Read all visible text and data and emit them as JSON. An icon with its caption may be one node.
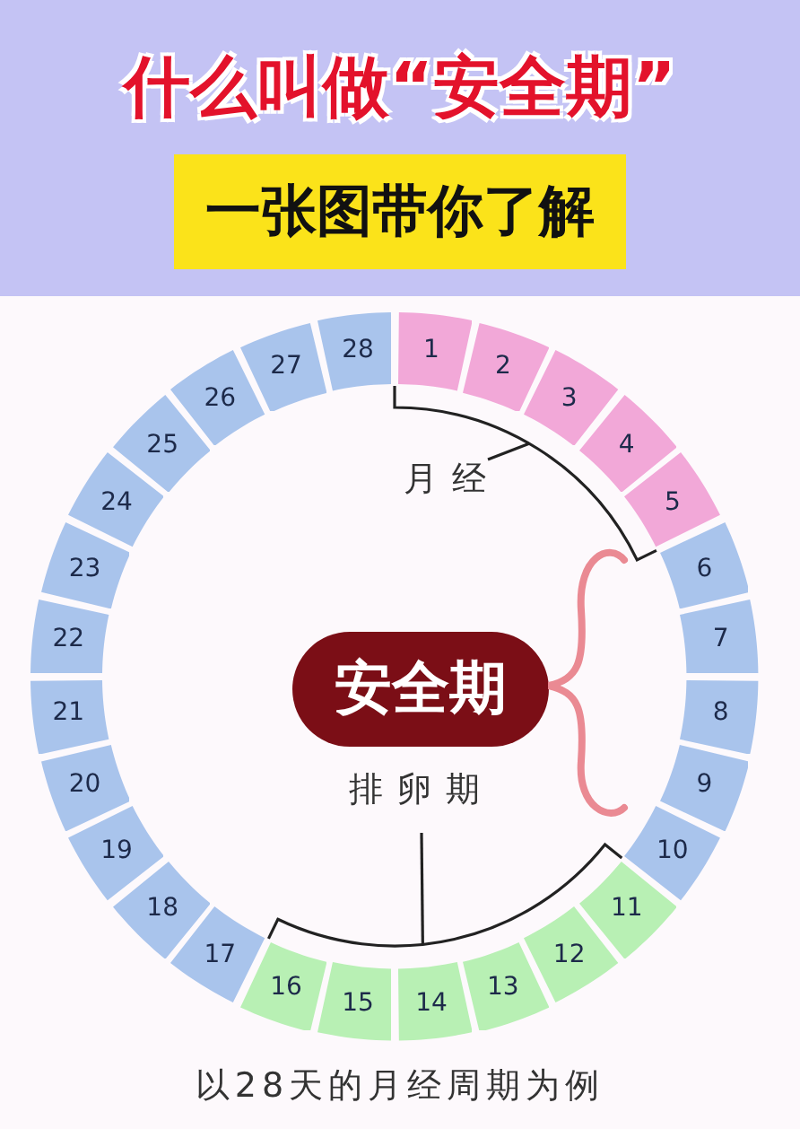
{
  "diagram": {
    "title": "什么叫做“安全期”",
    "caption": "以28天的月经周期为例",
    "nodes": [
      {
        "text": [
          "一张图带你了解"
        ]
      },
      {
        "text": [
          "1"
        ]
      },
      {
        "text": [
          "2"
        ]
      },
      {
        "text": [
          "3"
        ]
      },
      {
        "text": [
          "4"
        ]
      },
      {
        "text": [
          "5"
        ]
      },
      {
        "text": [
          "6"
        ]
      },
      {
        "text": [
          "7"
        ]
      },
      {
        "text": [
          "8"
        ]
      },
      {
        "text": [
          "9"
        ]
      },
      {
        "text": [
          "10"
        ]
      },
      {
        "text": [
          "11"
        ]
      },
      {
        "text": [
          "12"
        ]
      },
      {
        "text": [
          "13"
        ]
      },
      {
        "text": [
          "14"
        ]
      },
      {
        "text": [
          "15"
        ]
      },
      {
        "text": [
          "16"
        ]
      },
      {
        "text": [
          "17"
        ]
      },
      {
        "text": [
          "18"
        ]
      },
      {
        "text": [
          "19"
        ]
      },
      {
        "text": [
          "20"
        ]
      },
      {
        "text": [
          "21"
        ]
      },
      {
        "text": [
          "22"
        ]
      },
      {
        "text": [
          "23"
        ]
      },
      {
        "text": [
          "24"
        ]
      },
      {
        "text": [
          "25"
        ]
      },
      {
        "text": [
          "26"
        ]
      },
      {
        "text": [
          "27"
        ]
      },
      {
        "text": [
          "28"
        ]
      },
      {
        "text": [
          "安全期"
        ]
      }
    ],
    "labels": [
      "月经",
      "排卵期"
    ]
  }
}
